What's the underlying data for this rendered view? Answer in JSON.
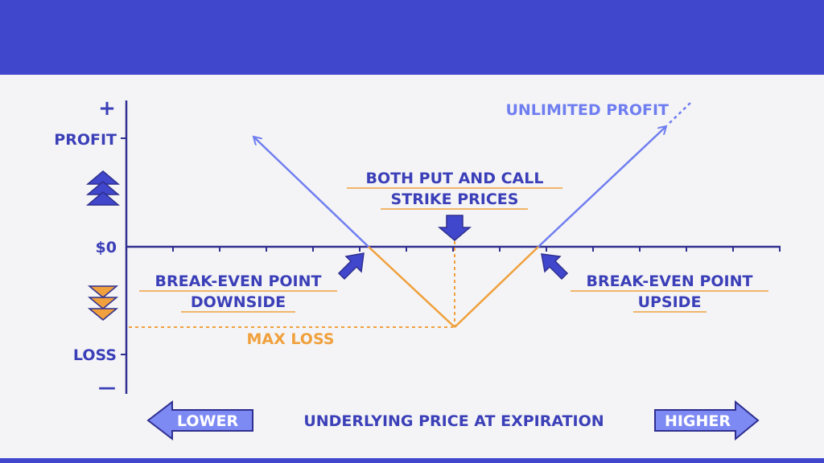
{
  "colors": {
    "banner": "#4147cc",
    "text_dark": "#3b3fb8",
    "line_profit": "#6f7ef0",
    "line_loss": "#f0a03c",
    "arrow_fill": "#4147cc",
    "light_arrow_fill": "#7e8af3"
  },
  "y_axis": {
    "plus_label": "+",
    "profit_label": "PROFIT",
    "zero_label": "$0",
    "loss_label": "LOSS",
    "minus_label": "—"
  },
  "annotations": {
    "unlimited_profit": "UNLIMITED PROFIT",
    "strike_line1": "BOTH PUT AND CALL",
    "strike_line2": "STRIKE PRICES",
    "breakeven_down_line1": "BREAK-EVEN POINT",
    "breakeven_down_line2": "DOWNSIDE",
    "breakeven_up_line1": "BREAK-EVEN POINT",
    "breakeven_up_line2": "UPSIDE",
    "max_loss": "MAX LOSS"
  },
  "x_axis": {
    "lower_label": "LOWER",
    "title": "UNDERLYING PRICE AT EXPIRATION",
    "higher_label": "HIGHER"
  },
  "icons": {
    "profit_indicator": "triple-up-triangles-icon",
    "loss_indicator": "triple-down-triangles-icon",
    "strike_pointer": "down-arrow-icon",
    "breakeven_down_pointer": "diagonal-arrow-icon",
    "breakeven_up_pointer": "diagonal-arrow-icon",
    "lower_pointer": "left-arrow-icon",
    "higher_pointer": "right-arrow-icon"
  }
}
